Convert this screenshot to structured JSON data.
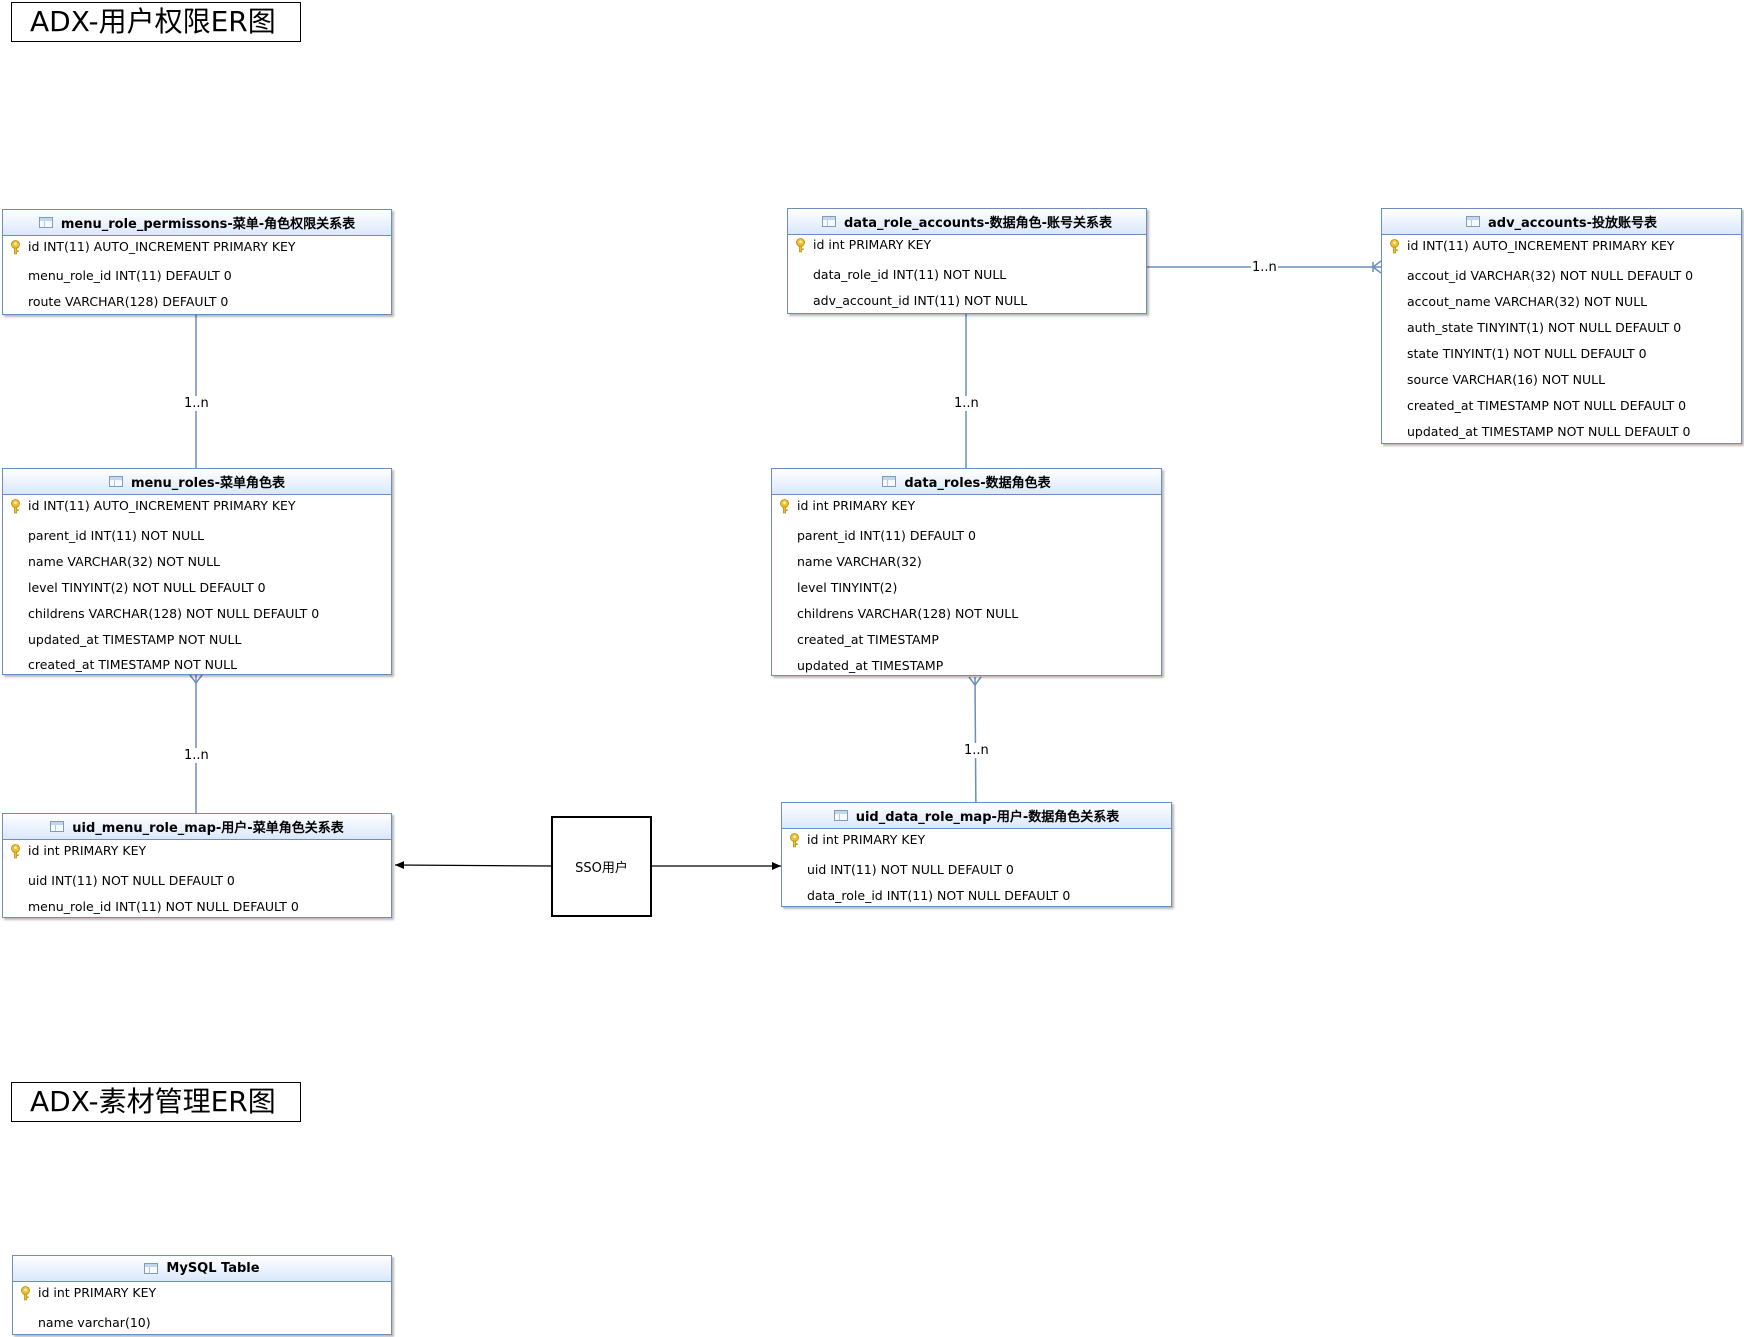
{
  "titles": {
    "user_permission": "ADX-用户权限ER图",
    "material": "ADX-素材管理ER图"
  },
  "tables": {
    "menu_role_permissons": {
      "name": "menu_role_permissons-菜单-角色权限关系表",
      "rows": [
        "id INT(11) AUTO_INCREMENT PRIMARY KEY",
        "menu_role_id INT(11) DEFAULT 0",
        "route VARCHAR(128) DEFAULT 0"
      ]
    },
    "menu_roles": {
      "name": "menu_roles-菜单角色表",
      "rows": [
        "id INT(11) AUTO_INCREMENT PRIMARY KEY",
        "parent_id INT(11) NOT NULL",
        "name VARCHAR(32) NOT NULL",
        "level TINYINT(2) NOT NULL DEFAULT 0",
        "childrens VARCHAR(128) NOT NULL DEFAULT 0",
        "updated_at TIMESTAMP NOT NULL",
        "created_at TIMESTAMP NOT NULL"
      ]
    },
    "uid_menu_role_map": {
      "name": "uid_menu_role_map-用户-菜单角色关系表",
      "rows": [
        "id int PRIMARY KEY",
        "uid INT(11) NOT NULL DEFAULT 0",
        "menu_role_id INT(11) NOT NULL DEFAULT 0"
      ]
    },
    "data_role_accounts": {
      "name": "data_role_accounts-数据角色-账号关系表",
      "rows": [
        "id int PRIMARY KEY",
        "data_role_id INT(11) NOT NULL",
        "adv_account_id INT(11) NOT NULL"
      ]
    },
    "adv_accounts": {
      "name": "adv_accounts-投放账号表",
      "rows": [
        "id INT(11) AUTO_INCREMENT PRIMARY KEY",
        "accout_id VARCHAR(32) NOT NULL DEFAULT 0",
        "accout_name VARCHAR(32) NOT NULL",
        "auth_state TINYINT(1) NOT NULL DEFAULT 0",
        "state TINYINT(1) NOT NULL DEFAULT 0",
        "source VARCHAR(16) NOT NULL",
        "created_at TIMESTAMP NOT NULL DEFAULT 0",
        "updated_at TIMESTAMP NOT NULL DEFAULT 0"
      ]
    },
    "data_roles": {
      "name": "data_roles-数据角色表",
      "rows": [
        "id int PRIMARY KEY",
        "parent_id INT(11) DEFAULT 0",
        "name VARCHAR(32)",
        "level TINYINT(2)",
        "childrens VARCHAR(128) NOT NULL",
        "created_at TIMESTAMP",
        "updated_at TIMESTAMP"
      ]
    },
    "uid_data_role_map": {
      "name": "uid_data_role_map-用户-数据角色关系表",
      "rows": [
        "id int PRIMARY KEY",
        "uid INT(11) NOT NULL DEFAULT 0",
        "data_role_id INT(11) NOT NULL DEFAULT 0"
      ]
    },
    "mysql_table": {
      "name": "MySQL Table",
      "rows": [
        "id int PRIMARY KEY",
        "name varchar(10)"
      ]
    }
  },
  "sso_user": "SSO用户",
  "relations": {
    "permissons_roles": "1..n",
    "uidmap_roles": "1..n",
    "accounts_adv": "1..n",
    "accounts_dataroles": "1..n",
    "uiddata_dataroles": "1..n"
  },
  "colors": {
    "table_border": "#6c8ebf",
    "header_fill": "#dae8fc",
    "key_icon": "#f2c12e",
    "connector": "#6c8ebf"
  }
}
